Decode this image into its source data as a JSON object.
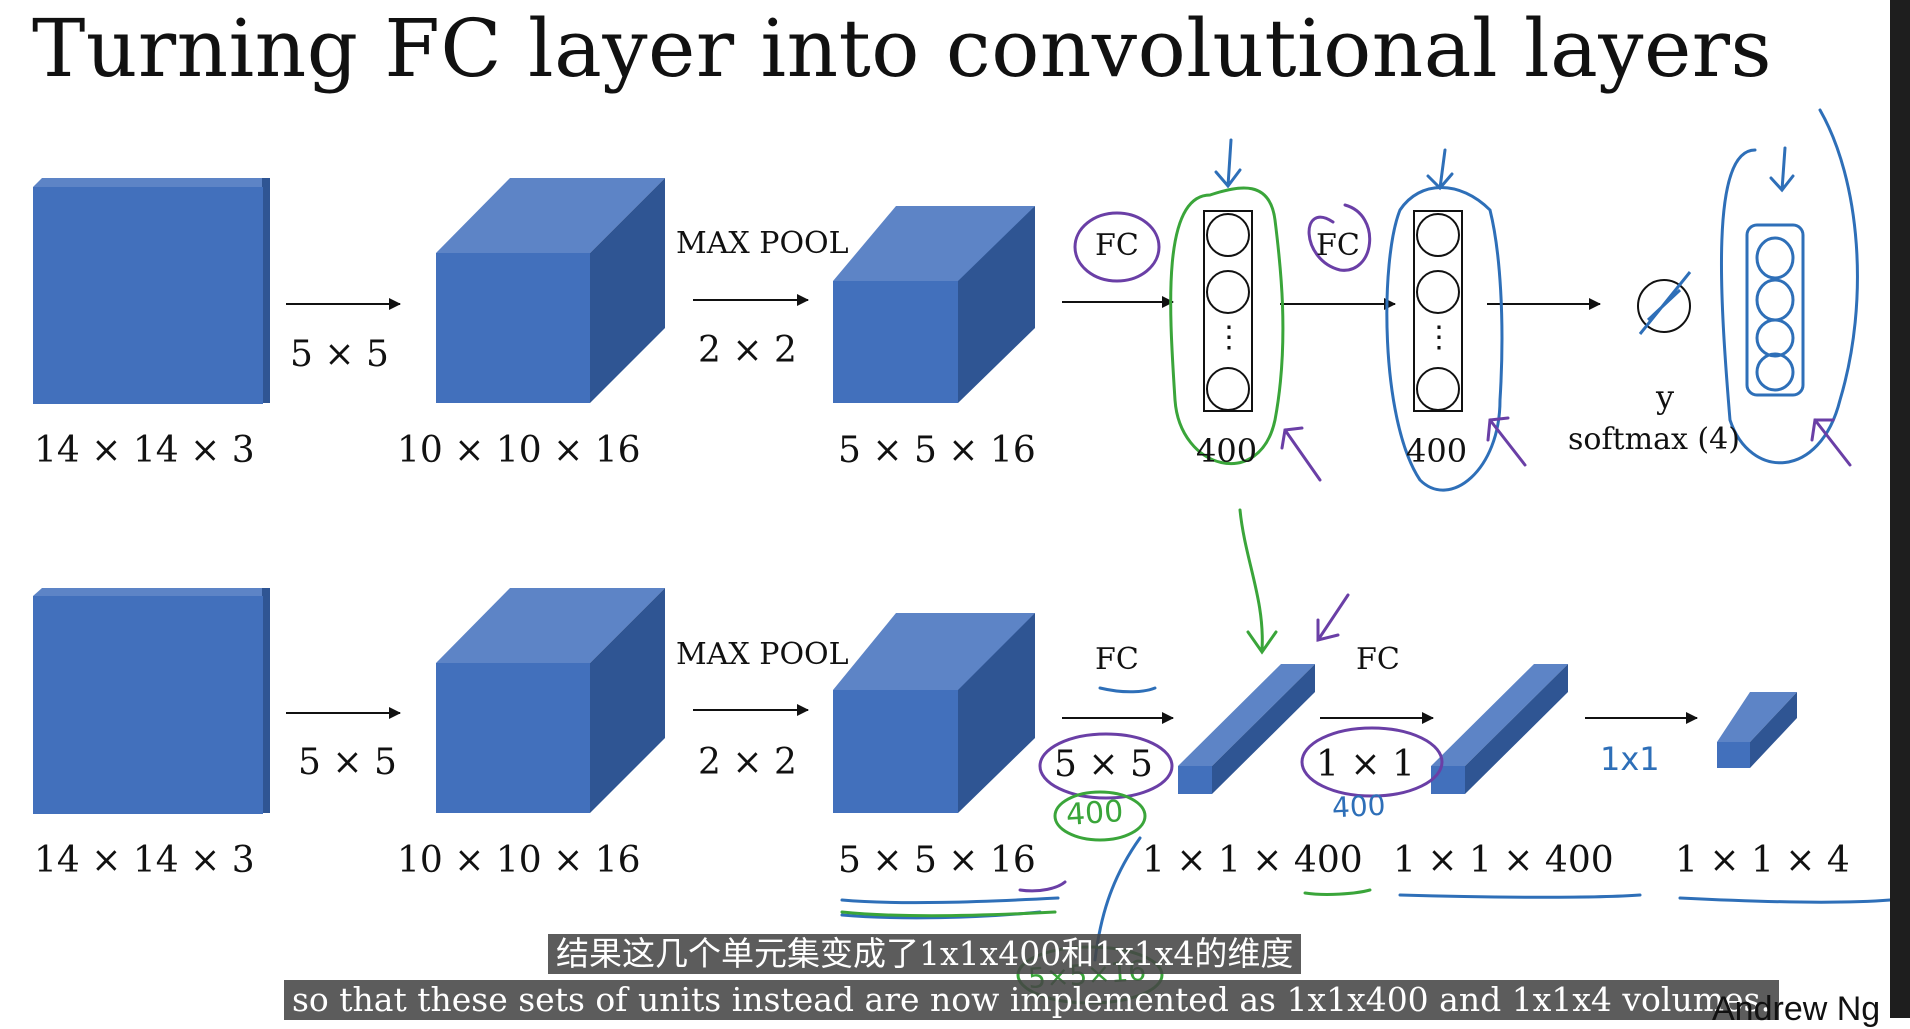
{
  "slide": {
    "title": "Turning FC layer into convolutional layers",
    "credit": "Andrew Ng"
  },
  "top_row": {
    "filter_conv": "5 × 5",
    "maxpool_label": "MAX POOL",
    "filter_pool": "2 × 2",
    "input_dim": "14 × 14 × 3",
    "conv_dim": "10 × 10 × 16",
    "pool_dim": "5 × 5 × 16",
    "fc1_label": "FC",
    "fc2_label": "FC",
    "fc1_units": "400",
    "fc2_units": "400",
    "output_y": "y",
    "output_softmax": "softmax (4)",
    "dots": "⋮"
  },
  "bottom_row": {
    "filter_conv": "5 × 5",
    "maxpool_label": "MAX POOL",
    "filter_pool": "2 × 2",
    "input_dim": "14 × 14 × 3",
    "conv_dim": "10 × 10 × 16",
    "pool_dim": "5 × 5 × 16",
    "fc1_label": "FC",
    "fc1_filter": "5 × 5",
    "fc2_label": "FC",
    "fc2_filter": "1 × 1",
    "fc1_dim": "1 × 1 × 400",
    "fc2_dim": "1 × 1 × 400",
    "out_dim": "1 × 1 × 4"
  },
  "annotations": {
    "hand_400_green": "400",
    "hand_400_blue": "400",
    "hand_1x1": "1x1",
    "hand_5x5x16": "5×5×16"
  },
  "subtitles": {
    "zh": "结果这几个单元集变成了1x1x400和1x1x4的维度",
    "en": "so that these sets of units instead are now implemented as 1x1x400 and 1x1x4 volumes."
  },
  "colors": {
    "volume_front": "#4270bc",
    "volume_top": "#5d84c6",
    "volume_side": "#2f5593",
    "ink_blue": "#2e6fb8",
    "ink_green": "#3aa53a",
    "ink_purple": "#6a3fa6"
  }
}
